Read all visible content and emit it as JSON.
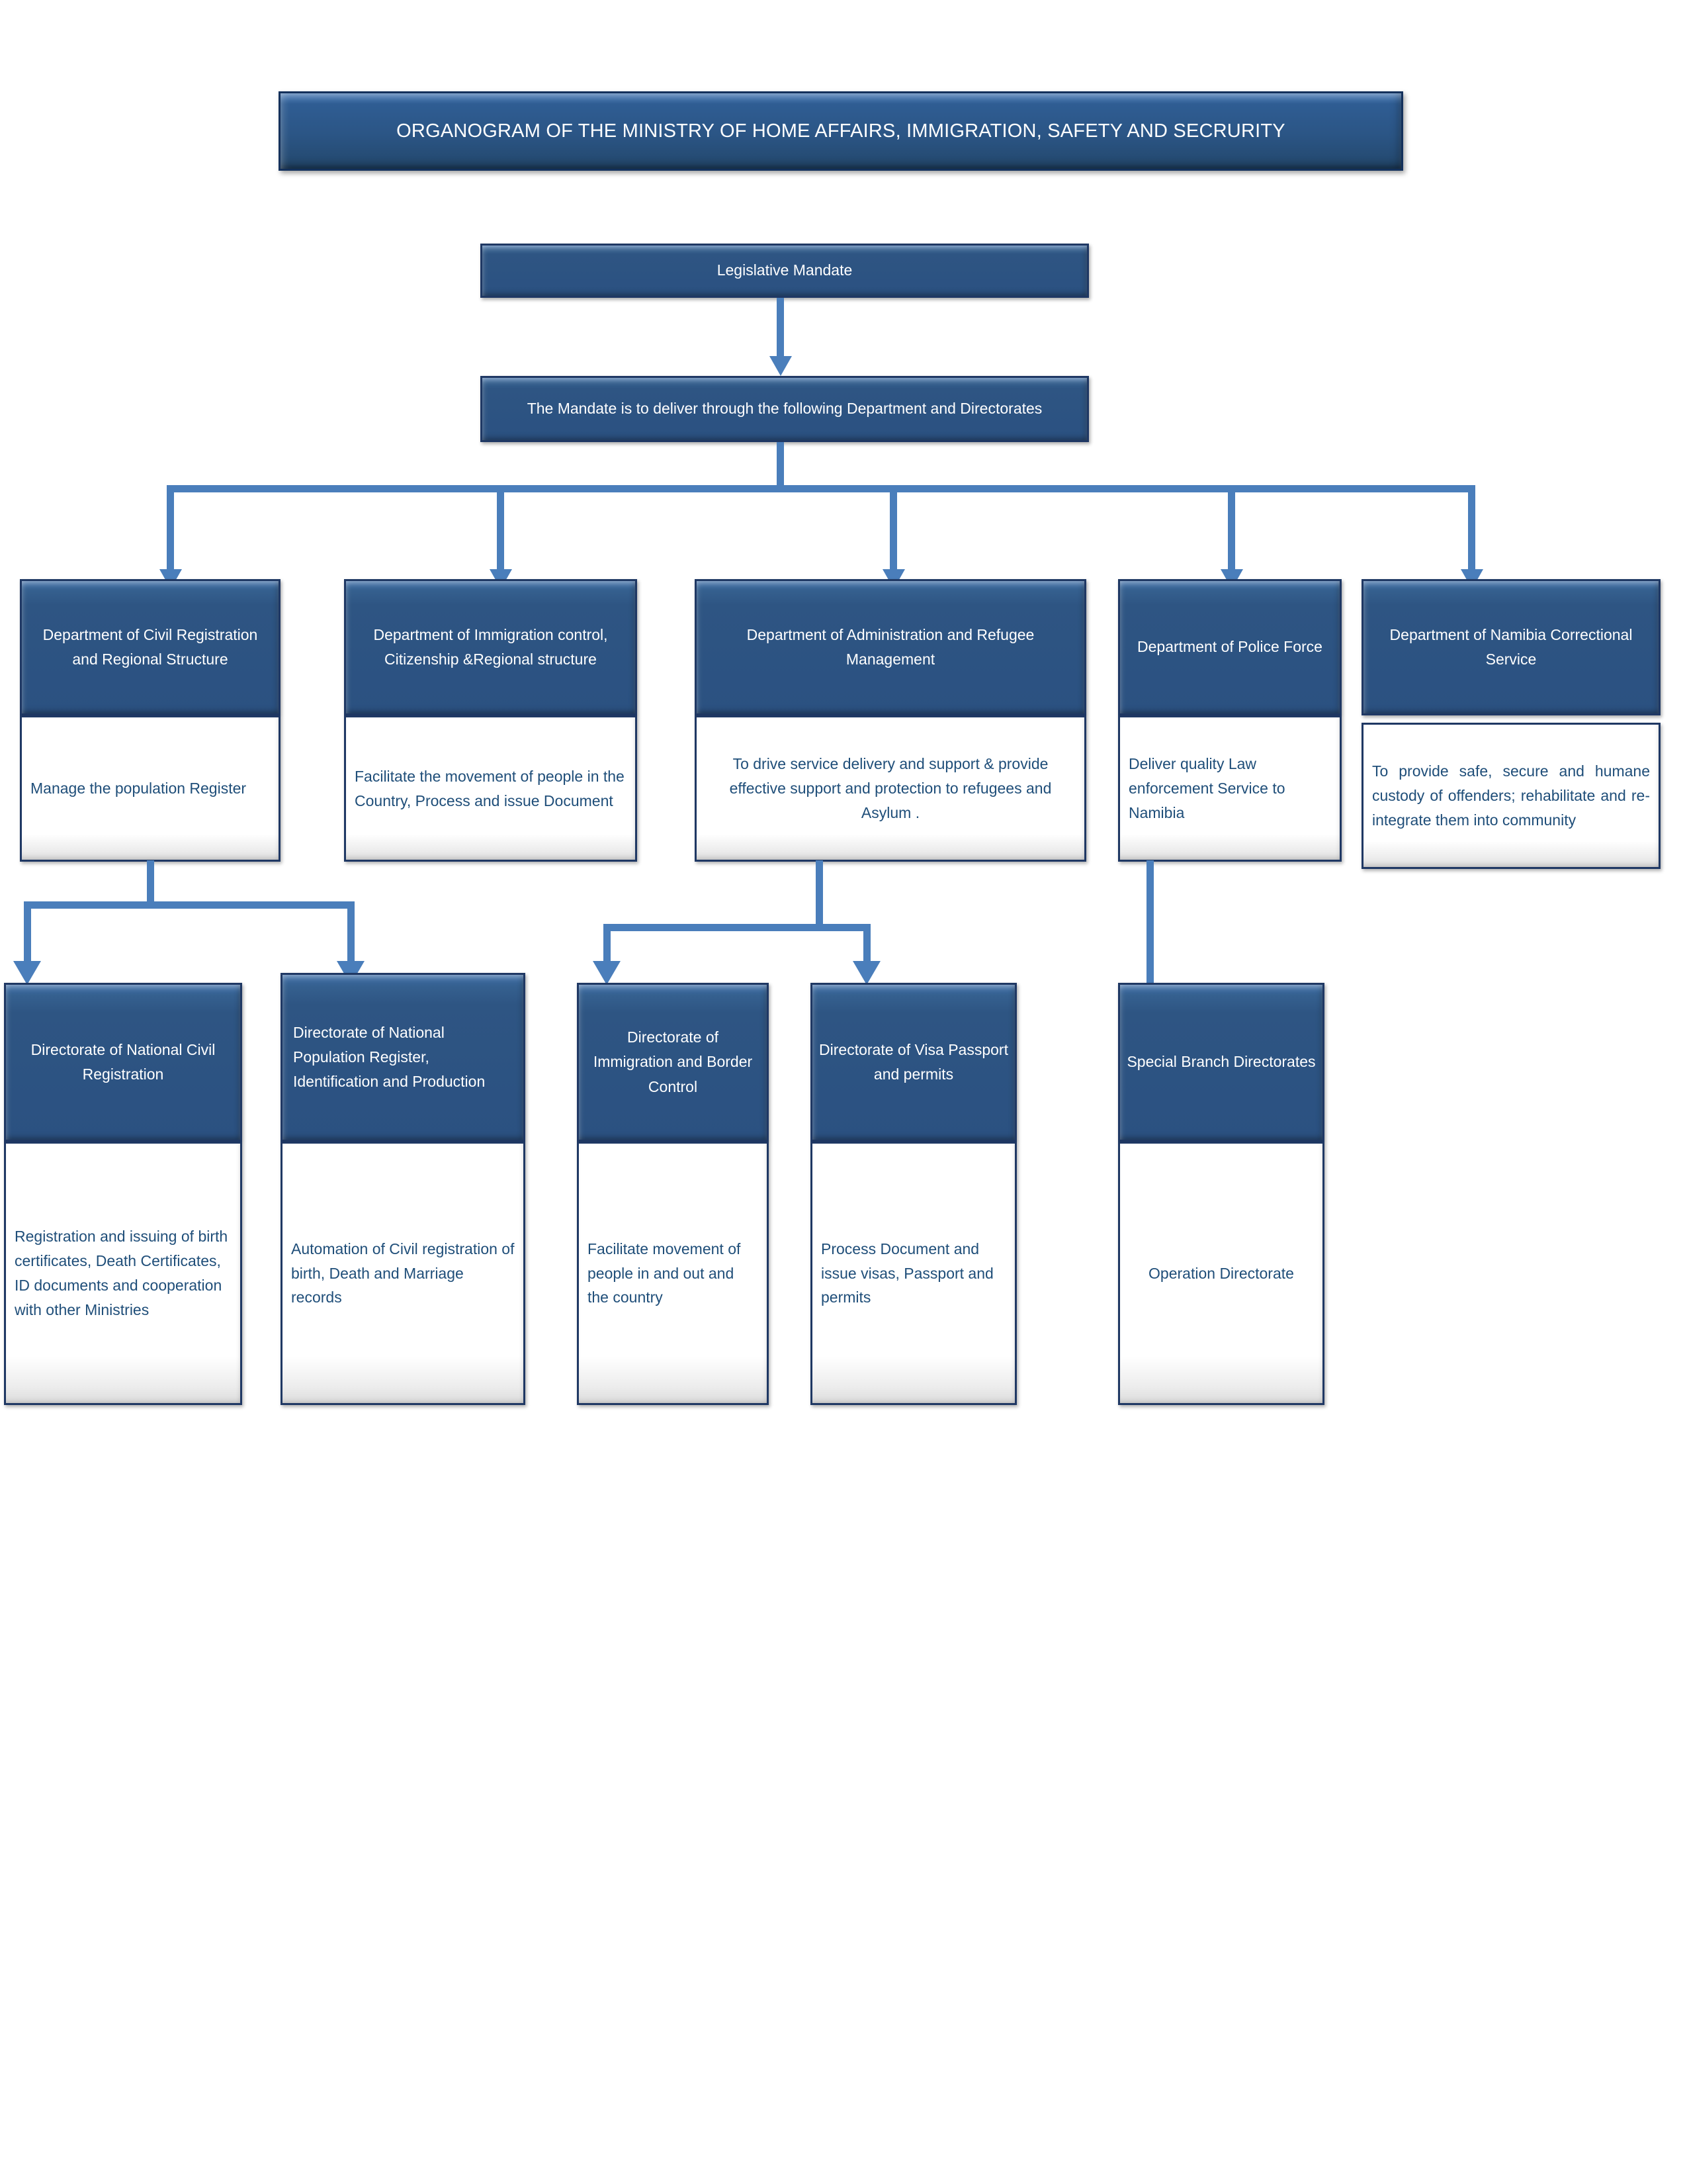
{
  "title": {
    "text": "ORGANOGRAM OF THE MINISTRY OF HOME AFFAIRS, IMMIGRATION, SAFETY AND SECRURITY"
  },
  "mandate": {
    "legislative": "Legislative Mandate",
    "deliver": "The Mandate is to deliver through the following Department and Directorates"
  },
  "departments": [
    {
      "name": "Department of Civil Registration and Regional Structure",
      "description": "Manage the population Register"
    },
    {
      "name": "Department of Immigration control, Citizenship &Regional structure",
      "description": "Facilitate the movement of people in the Country, Process and issue Document"
    },
    {
      "name": "Department of Administration and Refugee Management",
      "description": "To drive service delivery and support & provide effective support and protection to refugees and Asylum ."
    },
    {
      "name": "Department of Police Force",
      "description": "Deliver quality Law enforcement Service to Namibia"
    },
    {
      "name": "Department of Namibia Correctional Service",
      "description": "To provide safe, secure and humane custody of offenders; rehabilitate and re-integrate them into community"
    }
  ],
  "directorates": [
    {
      "name": "Directorate of National Civil Registration",
      "description": "Registration and issuing of birth certificates, Death Certificates, ID documents and cooperation with other Ministries"
    },
    {
      "name": "Directorate of National Population Register, Identification and Production",
      "description": "Automation of Civil registration of birth, Death and Marriage records"
    },
    {
      "name": "Directorate of Immigration and Border Control",
      "description": "Facilitate movement of people in and out and the country"
    },
    {
      "name": "Directorate of Visa Passport and permits",
      "description": "Process Document and issue visas, Passport and permits"
    },
    {
      "name": "Special Branch Directorates",
      "description": "Operation Directorate"
    }
  ],
  "colors": {
    "box_fill": "#2b5181",
    "box_border": "#1f3864",
    "connector": "#4a7ebb",
    "caption_text": "#1f4e79",
    "page_background": "#ffffff"
  }
}
